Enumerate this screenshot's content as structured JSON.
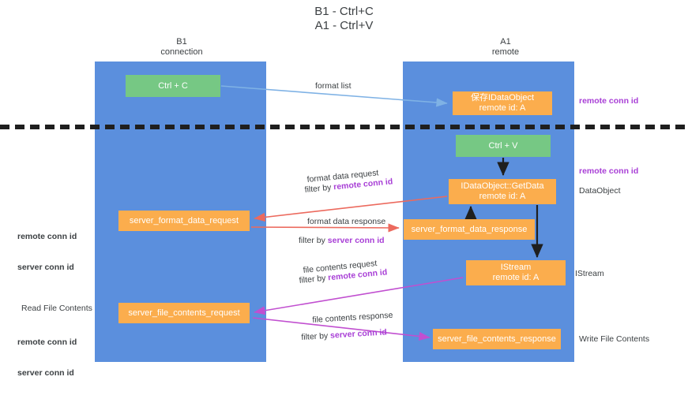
{
  "title": "B1 - Ctrl+C\nA1 - Ctrl+V",
  "columns": {
    "left": "B1\nconnection",
    "right": "A1\nremote"
  },
  "boxes": {
    "ctrl_c": "Ctrl + C",
    "ctrl_v": "Ctrl + V",
    "idataobject_title": "保存IDataObject",
    "idataobject_sub": "remote id: A",
    "getdata_title": "IDataObject::GetData",
    "getdata_sub": "remote id: A",
    "istream_title": "IStream",
    "istream_sub": "remote id: A",
    "server_format_data_request": "server_format_data_request",
    "server_format_data_response": "server_format_data_response",
    "server_file_contents_request": "server_file_contents_request",
    "server_file_contents_response": "server_file_contents_response"
  },
  "annotations": {
    "remote_conn_id_1": "remote conn id",
    "remote_conn_id_2": "remote conn id",
    "dataobject": "DataObject",
    "istream": "IStream",
    "write_file_contents": "Write File Contents",
    "read_file_contents": "Read File Contents",
    "left_remote_conn_id": "remote conn id",
    "left_server_conn_id": "server conn id",
    "left_remote_conn_id_2": "remote conn id",
    "left_server_conn_id_2": "server conn id"
  },
  "flows": {
    "format_list": "format list",
    "format_data_request": "format data request",
    "format_data_request_filter_prefix": "filter by ",
    "format_data_request_filter_key": "remote conn id",
    "format_data_response": "format data response",
    "format_data_response_filter_prefix": "filter by ",
    "format_data_response_filter_key": "server conn id",
    "file_contents_request": "file contents request",
    "file_contents_request_filter_prefix": "filter by ",
    "file_contents_request_filter_key": "remote conn id",
    "file_contents_response": "file contents response",
    "file_contents_response_filter_prefix": "filter by ",
    "file_contents_response_filter_key": "server conn id"
  },
  "colors": {
    "lane": "#5b8fdd",
    "green_box": "#76c884",
    "orange_box": "#fbad4d",
    "purple_text": "#a83fd6",
    "green_text": "#6aa84f",
    "arrow_blue": "#7fb2e5",
    "arrow_red": "#ec6a5e",
    "arrow_magenta": "#c14fd0",
    "arrow_dark": "#222222",
    "divider": "#1f1f1f",
    "background": "#ffffff"
  }
}
